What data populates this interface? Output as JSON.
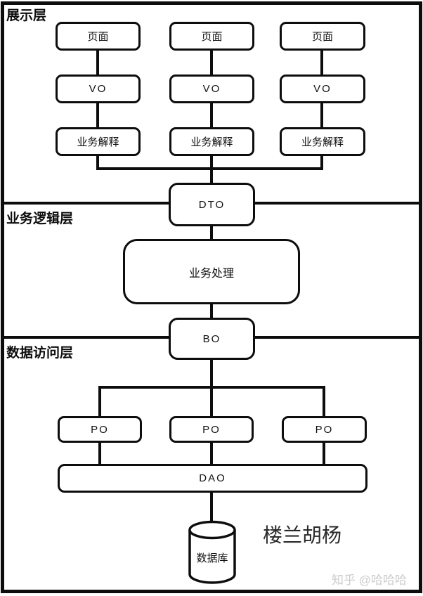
{
  "layers": {
    "presentation_label": "展示层",
    "business_label": "业务逻辑层",
    "data_access_label": "数据访问层"
  },
  "nodes": {
    "page": "页面",
    "vo": "VO",
    "business_interpretation": "业务解释",
    "dto": "DTO",
    "business_processing": "业务处理",
    "bo": "BO",
    "po": "PO",
    "dao": "DAO",
    "database": "数据库"
  },
  "annotations": {
    "author": "楼兰胡杨",
    "watermark": "知乎 @哈哈哈"
  },
  "colors": {
    "ink": "#0d0d0d",
    "background": "#ffffff",
    "watermark_gray": "#cbcbcb"
  }
}
